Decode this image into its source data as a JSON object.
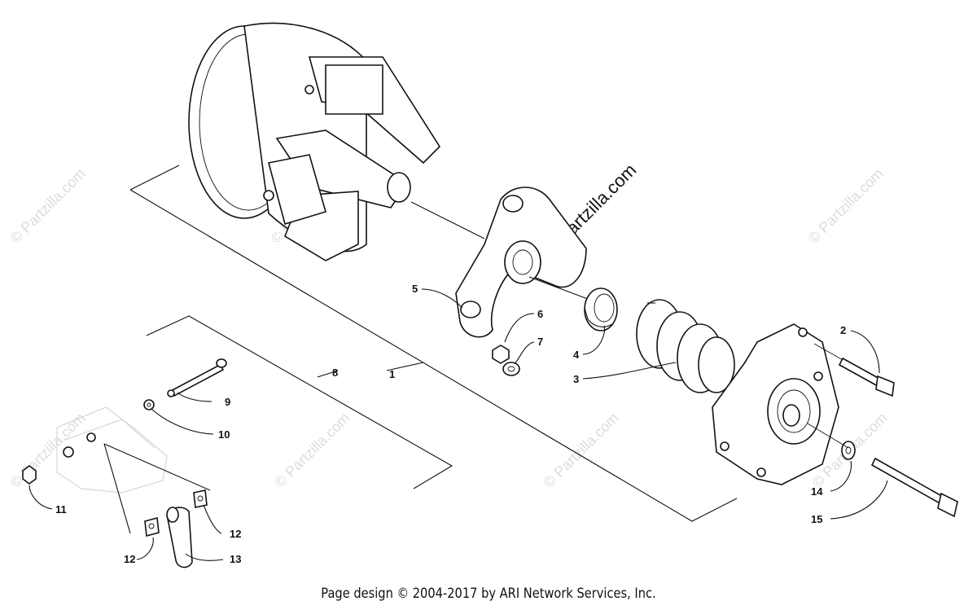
{
  "watermark": {
    "text": "© Partzilla.com"
  },
  "footer": {
    "text": "Page design © 2004-2017 by ARI Network Services, Inc."
  },
  "callouts": {
    "c1": "1",
    "c2": "2",
    "c3": "3",
    "c4": "4",
    "c5": "5",
    "c6": "6",
    "c7": "7",
    "c8": "8",
    "c9": "9",
    "c10": "10",
    "c11": "11",
    "c12a": "12",
    "c12b": "12",
    "c13": "13",
    "c14": "14",
    "c15": "15"
  }
}
